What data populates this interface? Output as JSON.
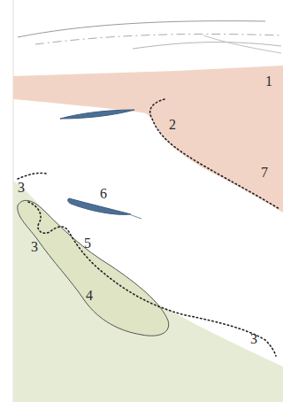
{
  "diagram": {
    "labels": [
      "1",
      "2",
      "7",
      "3",
      "6",
      "3",
      "5",
      "4",
      "3"
    ]
  }
}
